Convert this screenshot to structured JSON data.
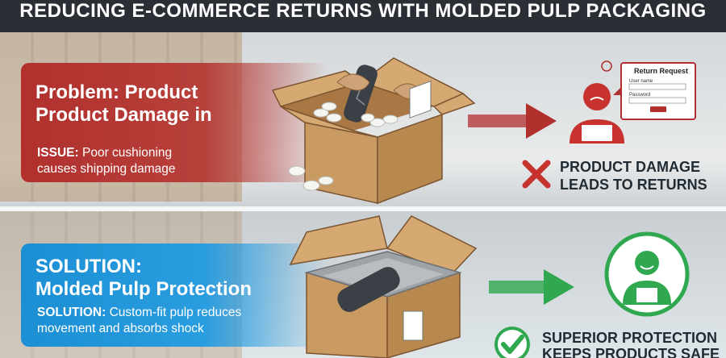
{
  "title": "REDUCING E-COMMERCE RETURNS WITH MOLDED PULP PACKAGING",
  "problem": {
    "heading_line1": "Problem: Product",
    "heading_line2": "Product Damage in",
    "issue_label": "ISSUE:",
    "issue_text_line1": "Poor cushioning",
    "issue_text_line2": "causes shipping damage"
  },
  "return_form": {
    "title": "Return Request",
    "user_label": "User name",
    "password_label": "Password"
  },
  "problem_result": {
    "line1": "PRODUCT DAMAGE",
    "line2": "LEADS TO RETURNS"
  },
  "solution": {
    "heading_line1": "SOLUTION:",
    "heading_line2": "Molded Pulp Protection",
    "label": "SOLUTION:",
    "text_line1": "Custom-fit pulp reduces",
    "text_line2": "movement and absorbs shock"
  },
  "solution_result": {
    "line1": "SUPERIOR PROTECTION",
    "line2": "KEEPS PRODUCTS SAFE"
  },
  "colors": {
    "problem_red": "#b1302d",
    "solution_blue": "#1c8fd4",
    "success_green": "#2fa84f",
    "cardboard": "#c99a62"
  }
}
